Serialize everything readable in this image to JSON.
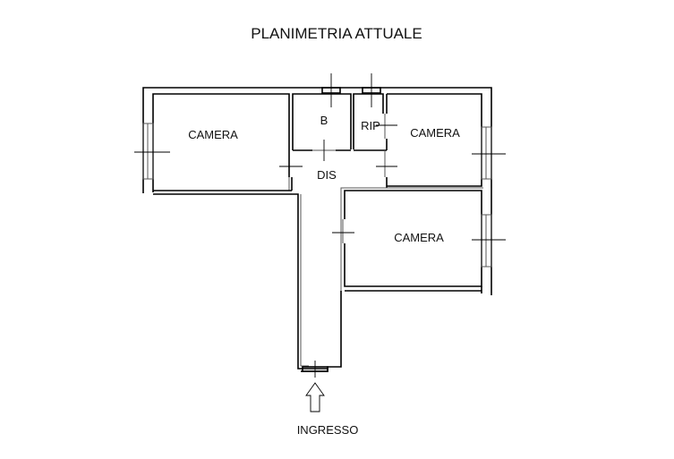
{
  "title": "PLANIMETRIA ATTUALE",
  "rooms": {
    "camera_left": "CAMERA",
    "bagno": "B",
    "ripostiglio": "RIP",
    "camera_right_top": "CAMERA",
    "disimpegno": "DIS",
    "camera_right_bottom": "CAMERA"
  },
  "entrance_label": "INGRESSO"
}
